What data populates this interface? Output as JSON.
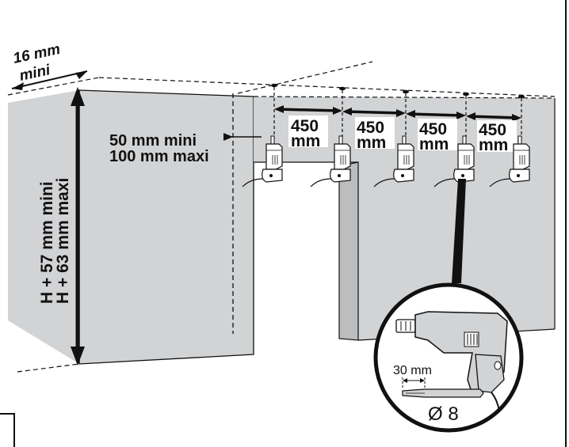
{
  "labels": {
    "top_thickness_value": "16 mm",
    "top_thickness_qualifier": "mini",
    "height_line1": "H + 57 mm mini",
    "height_line2": "H + 63 mm maxi",
    "edge_offset_line1": "50 mm mini",
    "edge_offset_line2": "100 mm maxi",
    "spacing": [
      {
        "value": "450",
        "unit": "mm"
      },
      {
        "value": "450",
        "unit": "mm"
      },
      {
        "value": "450",
        "unit": "mm"
      },
      {
        "value": "450",
        "unit": "mm"
      }
    ],
    "drill_depth": "30 mm",
    "bit_diameter": "Ø 8"
  },
  "colors": {
    "surface": "#d2d3d5",
    "surface_dark": "#bcbdbf",
    "line": "#111111",
    "background": "#ffffff"
  },
  "icons": [
    "drill-icon",
    "drill-bit-icon",
    "dimension-arrow-icon"
  ]
}
